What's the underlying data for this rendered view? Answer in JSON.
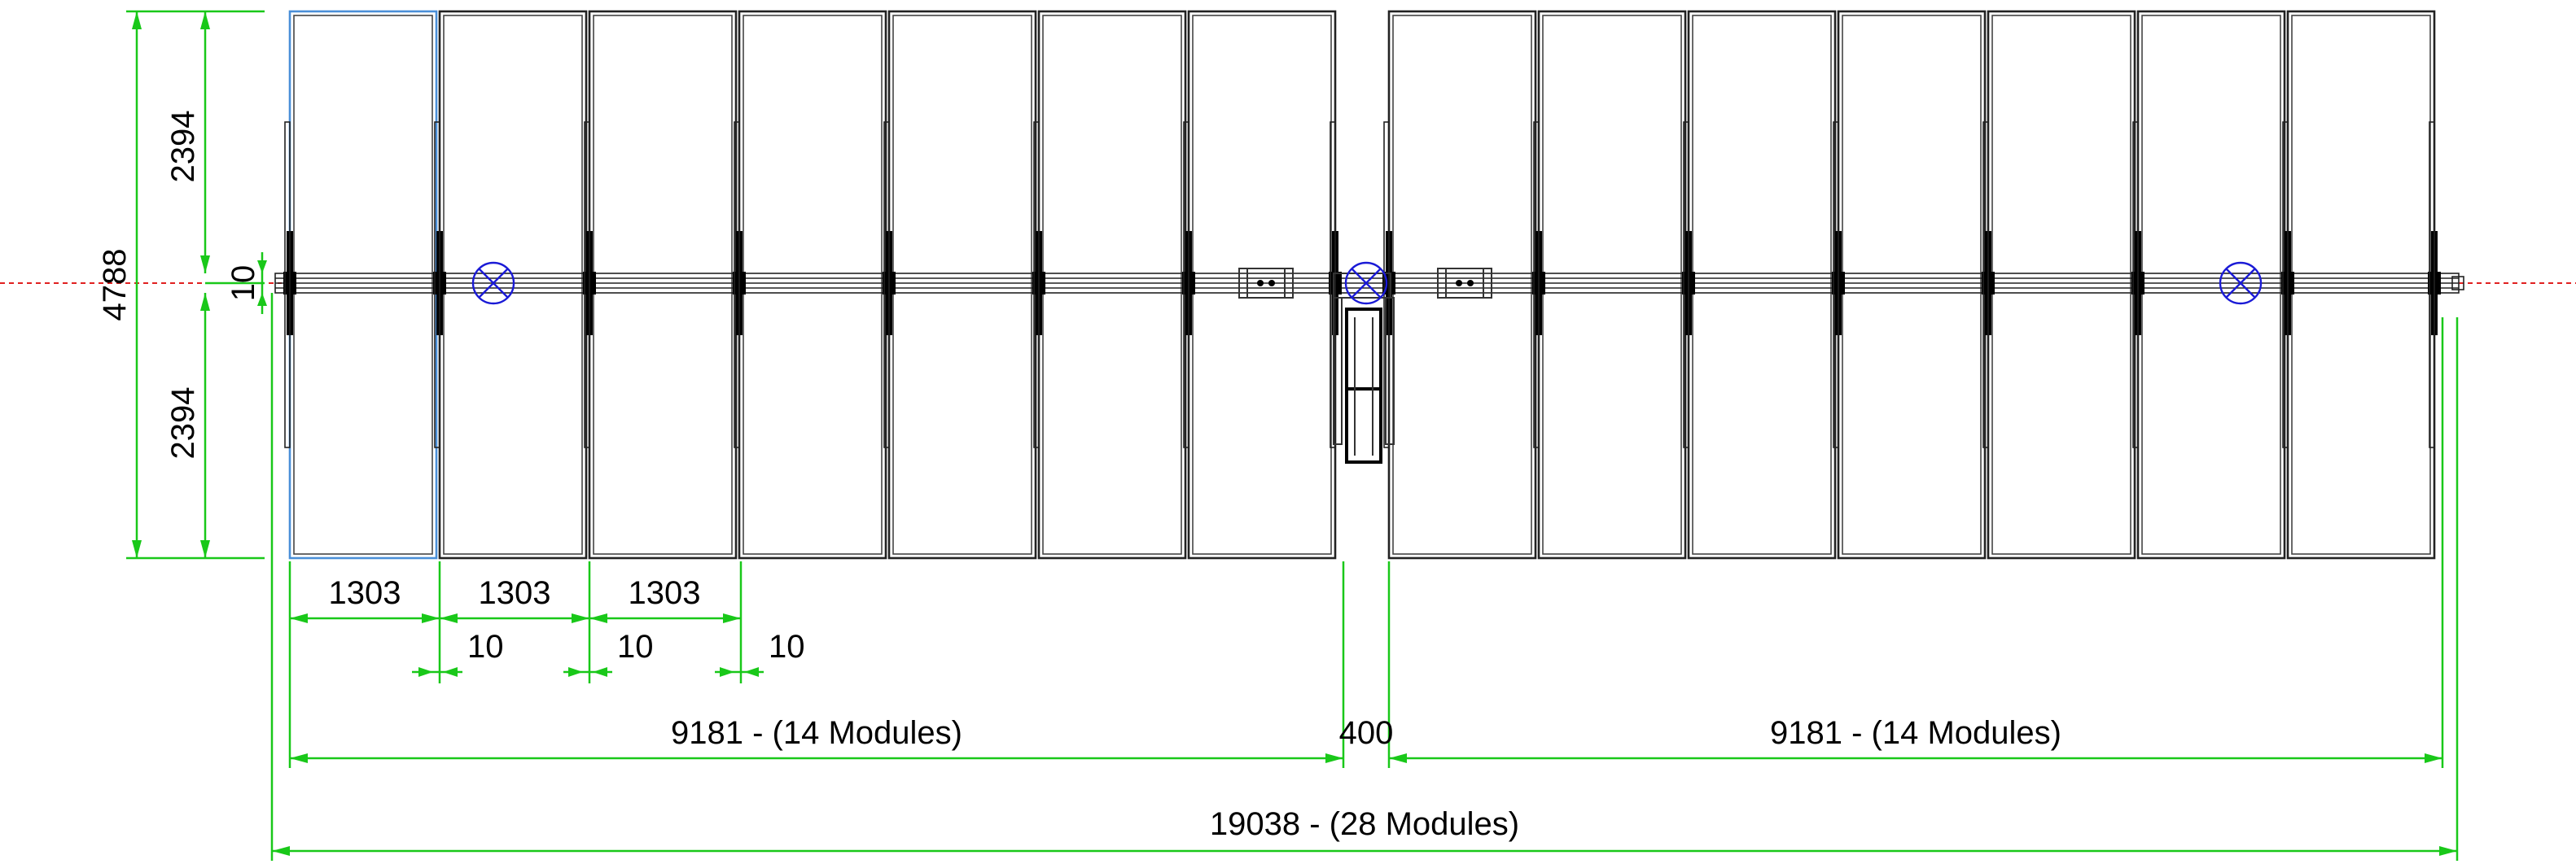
{
  "dimensions": {
    "overall_width": "4788",
    "upper_half": "2394",
    "lower_half": "2394",
    "torque_tube_gap": "10",
    "module_widths": [
      "1303",
      "1303",
      "1303"
    ],
    "module_gaps": [
      "10",
      "10",
      "10"
    ],
    "left_string": "9181 - (14 Modules)",
    "center_gap": "400",
    "right_string": "9181 - (14 Modules)",
    "overall_length": "19038 - (28 Modules)"
  },
  "structure": {
    "modules_per_side": 7,
    "modules_total_per_row": 14
  },
  "colors": {
    "dimension": "#19c819",
    "outline": "#222222",
    "selected_panel": "#4a8fd8",
    "pivot_marker": "#1a1ad6",
    "axis": "#e02020"
  }
}
